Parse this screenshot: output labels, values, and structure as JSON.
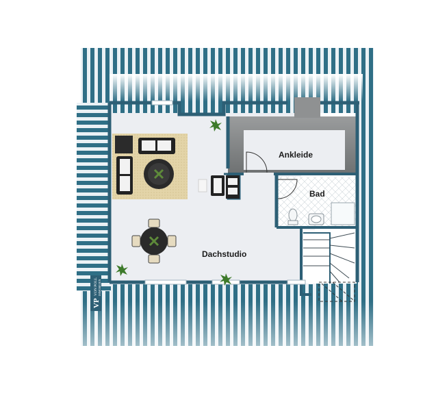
{
  "floorplan": {
    "rooms": {
      "studio": "Dachstudio",
      "dressing": "Ankleide",
      "bath": "Bad"
    },
    "logo": {
      "initials": "VP",
      "line1": "VON POLL",
      "line2": "IMMOBILIEN"
    },
    "colors": {
      "roof_stripe": "#2f6f86",
      "roof_light": "#eaf1f5",
      "wall": "#2d5f75",
      "floor": "#eceef2",
      "rug": "#e3d4a8",
      "bath_tile": "#ffffff",
      "dressing_floor": "#8f9192"
    }
  }
}
